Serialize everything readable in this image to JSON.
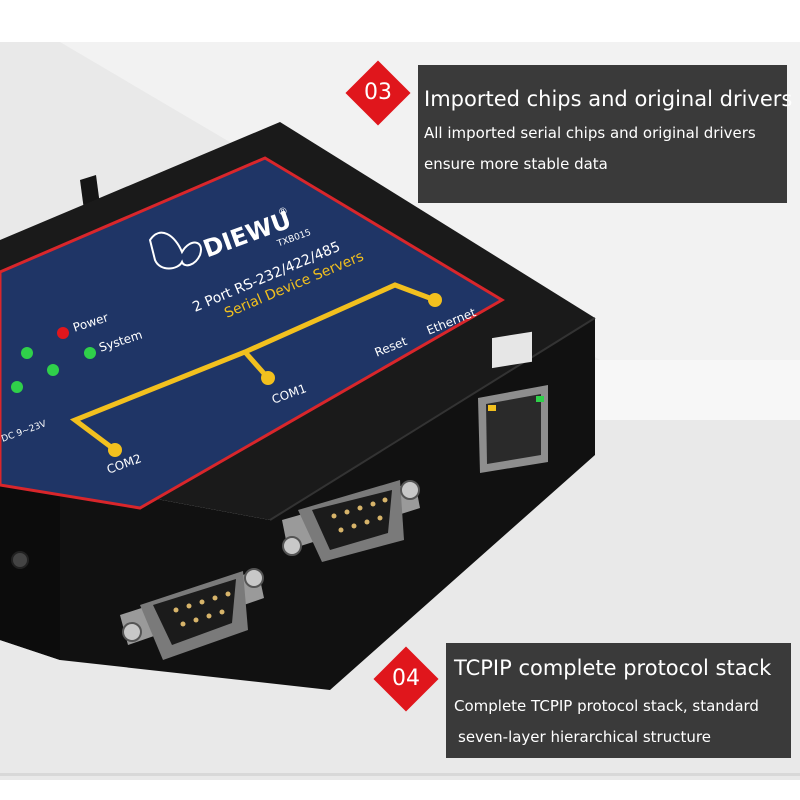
{
  "callouts": [
    {
      "number": "03",
      "title": "Imported chips and original drivers",
      "lines": [
        "All imported serial chips and original drivers",
        "ensure more stable data"
      ]
    },
    {
      "number": "04",
      "title": "TCPIP complete protocol stack",
      "lines": [
        "Complete TCPIP protocol stack, standard",
        "seven-layer hierarchical structure"
      ]
    }
  ],
  "device": {
    "brand": "DIEWU",
    "registered_mark": "®",
    "model": "TXB015",
    "line1": "2 Port RS-232/422/485",
    "line2": "Serial Device Servers",
    "leds": {
      "power": "Power",
      "system": "System"
    },
    "ports": {
      "com1": "COM1",
      "com2": "COM2",
      "reset": "Reset",
      "ethernet": "Ethernet"
    },
    "power_spec": "DC 9~23V",
    "colors": {
      "panel": "#1f3566",
      "panel_border": "#d9262b",
      "body": "#1c1c1c",
      "trace": "#f2c01e",
      "led_red": "#e0161c",
      "led_green": "#2fd04a"
    }
  },
  "colors": {
    "badge": "#e0161c",
    "callout_bg": "#3a3a3a",
    "text": "#ffffff"
  }
}
